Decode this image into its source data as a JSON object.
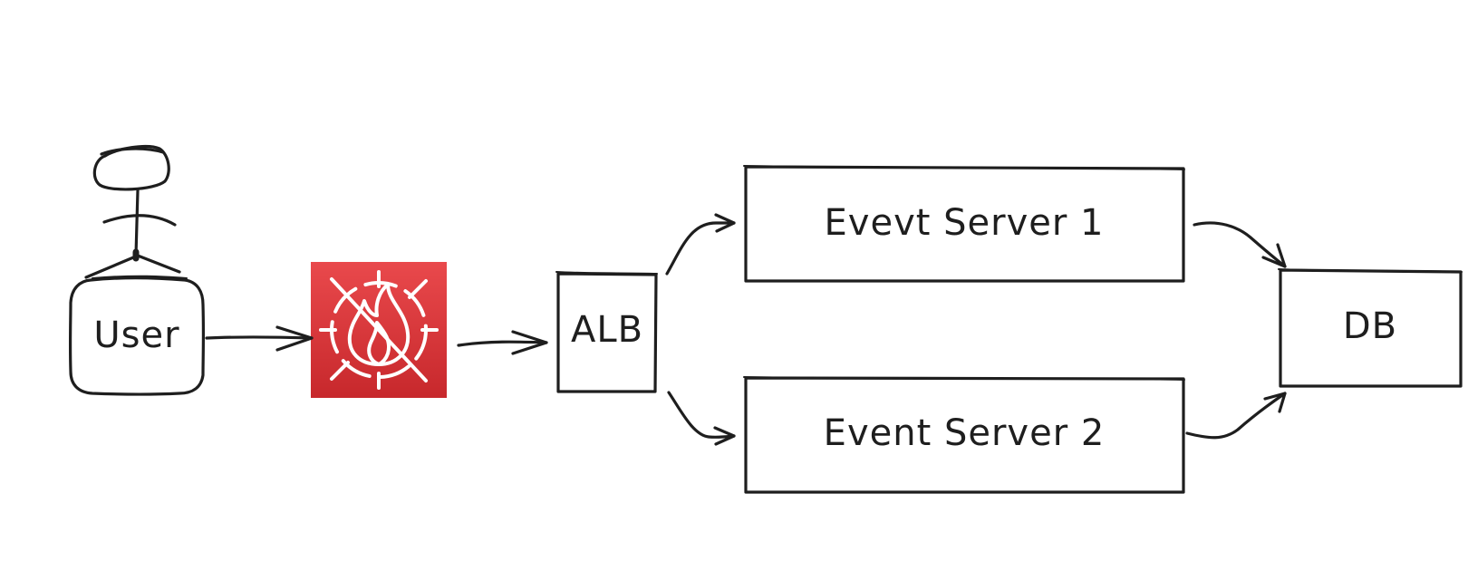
{
  "diagram": {
    "nodes": {
      "user": {
        "label": "User"
      },
      "waf": {
        "icon": "firewall-flame-icon",
        "color": "#d92b30"
      },
      "alb": {
        "label": "ALB"
      },
      "server1": {
        "label": "Evevt Server 1"
      },
      "server2": {
        "label": "Event Server 2"
      },
      "db": {
        "label": "DB"
      }
    },
    "edges": [
      {
        "from": "user",
        "to": "waf"
      },
      {
        "from": "waf",
        "to": "alb"
      },
      {
        "from": "alb",
        "to": "server1"
      },
      {
        "from": "alb",
        "to": "server2"
      },
      {
        "from": "server1",
        "to": "db"
      },
      {
        "from": "server2",
        "to": "db"
      }
    ],
    "colors": {
      "stroke": "#1e1e1e",
      "background": "#ffffff",
      "waf": "#d92b30"
    }
  }
}
